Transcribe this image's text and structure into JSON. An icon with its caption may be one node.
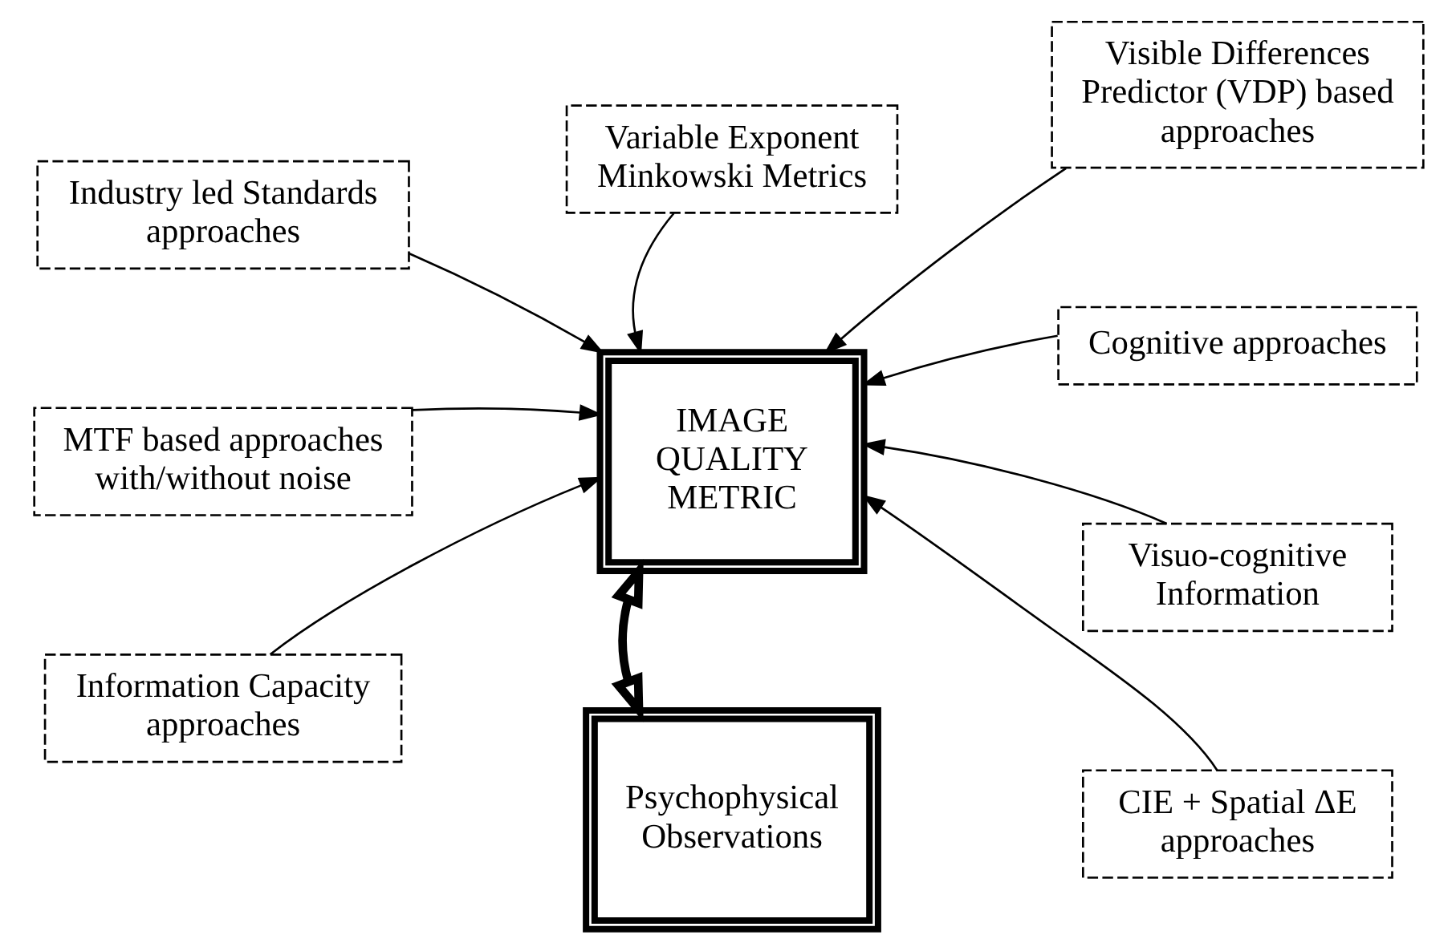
{
  "diagram": {
    "nodes": [
      {
        "text": [
          "Variable Exponent Minkowski Metrics"
        ]
      },
      {
        "text": [
          "Industry led Standards approaches"
        ]
      },
      {
        "text": [
          "Visible Differences Predictor (VDP) based approaches"
        ]
      },
      {
        "text": [
          "IMAGE QUALITY METRIC"
        ]
      },
      {
        "text": [
          "Cognitive approaches"
        ]
      },
      {
        "text": [
          "MTF based approaches with/without noise"
        ]
      },
      {
        "text": [
          "Visuo-cognitive Information"
        ]
      },
      {
        "text": [
          "Information Capacity approaches"
        ]
      },
      {
        "text": [
          "CIE + Spatial ΔE approaches"
        ]
      },
      {
        "text": [
          "Psychophysical Observations"
        ]
      }
    ],
    "edges": [
      {
        "from": 0,
        "to": 3,
        "arrow": "to"
      },
      {
        "from": 2,
        "to": 3,
        "arrow": "to"
      },
      {
        "from": 1,
        "to": 3,
        "arrow": "to"
      },
      {
        "from": 4,
        "to": 3,
        "arrow": "to"
      },
      {
        "from": 5,
        "to": 3,
        "arrow": "to"
      },
      {
        "from": 6,
        "to": 3,
        "arrow": "to"
      },
      {
        "from": 7,
        "to": 3,
        "arrow": "to"
      },
      {
        "from": 8,
        "to": 3,
        "arrow": "to"
      },
      {
        "from": 3,
        "to": 9,
        "arrow": "both",
        "style": "thick"
      }
    ]
  }
}
